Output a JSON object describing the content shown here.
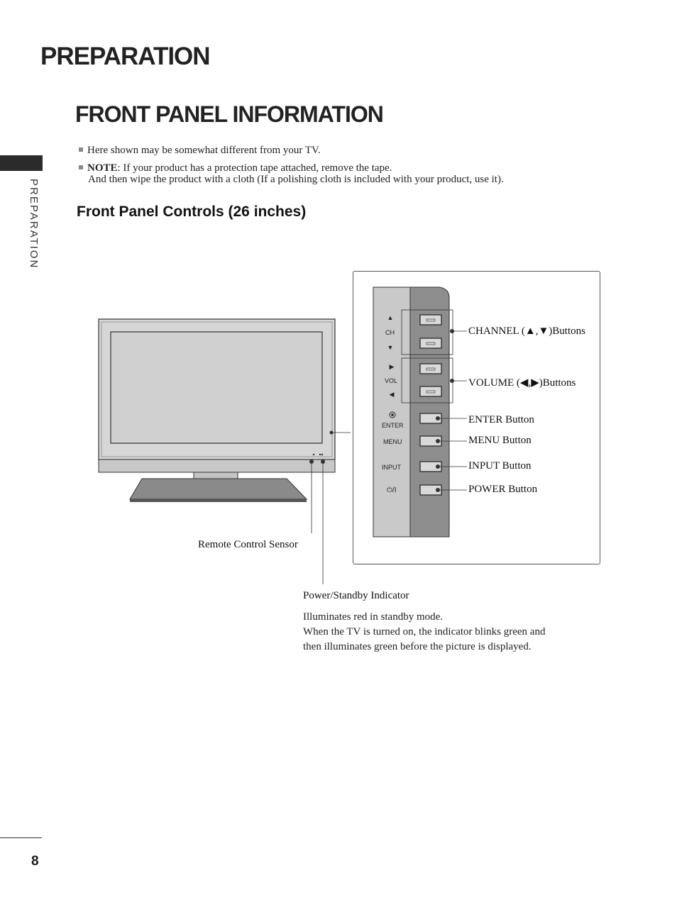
{
  "header": {
    "title": "PREPARATION"
  },
  "section": {
    "title": "FRONT PANEL INFORMATION"
  },
  "side_tab": {
    "label": "PREPARATION"
  },
  "notes": {
    "line1": "Here shown may be somewhat different from your TV.",
    "note_label": "NOTE",
    "note_text": ": If your product has a protection tape attached, remove the tape.",
    "note_text2": "And then wipe the product with a cloth (If a polishing cloth is included with your product, use it)."
  },
  "subheading": "Front Panel Controls (26 inches)",
  "panel_labels": {
    "ch": "CH",
    "vol": "VOL",
    "enter": "ENTER",
    "menu": "MENU",
    "input": "INPUT",
    "power": "⏻/I"
  },
  "callouts": {
    "channel": "CHANNEL (▲,▼)Buttons",
    "volume": "VOLUME (◀,▶)Buttons",
    "enter": "ENTER Button",
    "menu": "MENU Button",
    "input": "INPUT Button",
    "power": "POWER Button",
    "remote": "Remote Control Sensor",
    "indicator_title": "Power/Standby Indicator",
    "indicator_desc1": "Illuminates red in standby mode.",
    "indicator_desc2": "When the TV is turned on, the indicator blinks green and",
    "indicator_desc3": "then illuminates green before the picture is displayed."
  },
  "footer": {
    "page_number": "8"
  }
}
